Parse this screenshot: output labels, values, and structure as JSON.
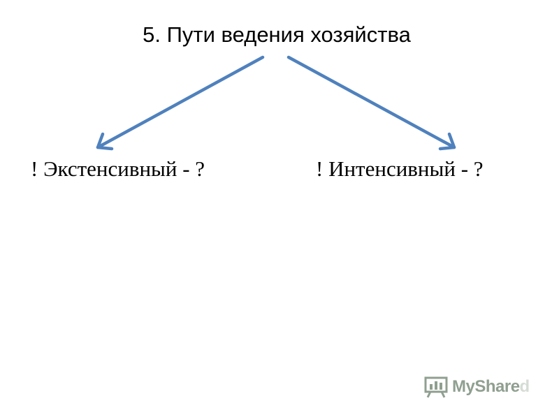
{
  "slide": {
    "title": "5. Пути ведения хозяйства",
    "branches": [
      {
        "label": "! Экстенсивный - ?"
      },
      {
        "label": "! Интенсивный - ?"
      }
    ]
  },
  "watermark": {
    "text_main": "MyShare",
    "text_tail": "d",
    "icon": "presentation-board-icon"
  },
  "colors": {
    "arrow": "#4f81bd",
    "text": "#000000",
    "watermark": "#6b7f6b"
  }
}
